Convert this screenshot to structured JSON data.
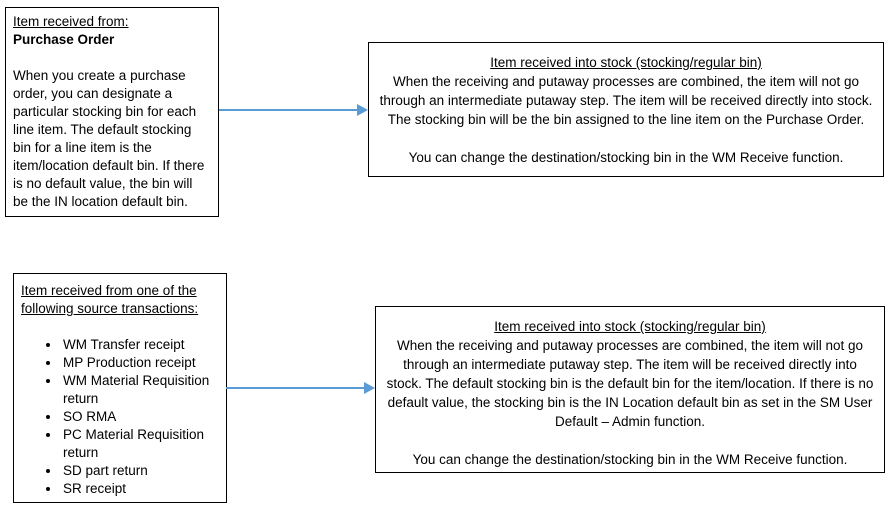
{
  "colors": {
    "arrow": "#5b9bd5",
    "border": "#000000",
    "background": "#ffffff",
    "text": "#000000"
  },
  "rows": [
    {
      "source": {
        "heading": "Item received from:",
        "subheading": "Purchase Order",
        "body": "When you create a purchase order, you can designate a particular stocking bin for each line item. The default stocking bin for a line item is the item/location default bin. If there is no default value, the bin will be the IN location default bin."
      },
      "result": {
        "heading": "Item received into stock (stocking/regular bin)",
        "body": "When the receiving and putaway processes are combined, the item will not go through an intermediate putaway step. The item will be received directly into stock. The stocking bin will be the bin assigned to the line item on the Purchase Order.",
        "footer": "You can change the destination/stocking bin in the WM Receive function."
      }
    },
    {
      "source": {
        "heading": "Item received from one of the following source transactions:",
        "bullets": [
          "WM Transfer receipt",
          "MP Production receipt",
          "WM Material Requisition return",
          "SO RMA",
          "PC Material Requisition return",
          "SD part return",
          "SR receipt"
        ]
      },
      "result": {
        "heading": "Item received into stock (stocking/regular bin)",
        "body": "When the receiving and putaway processes are combined, the item will not go through an intermediate putaway step. The item will be received directly into stock. The default stocking bin is the default bin for the item/location. If there is no default value, the stocking bin is the IN Location default bin as set in the SM User Default – Admin function.",
        "footer": "You can change the destination/stocking bin in the WM Receive function."
      }
    }
  ]
}
